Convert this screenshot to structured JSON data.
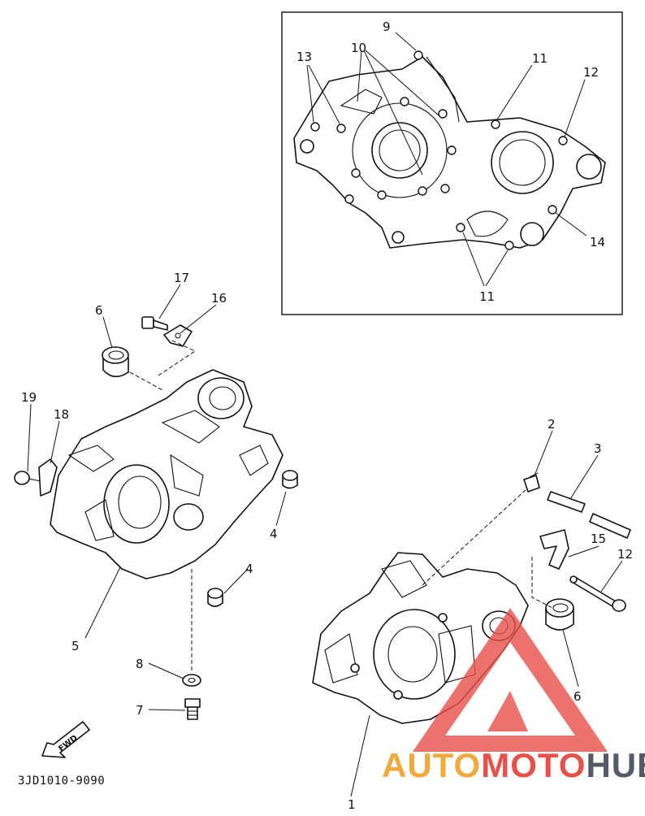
{
  "diagram": {
    "callouts": {
      "c1": "1",
      "c2": "2",
      "c3": "3",
      "c4a": "4",
      "c4b": "4",
      "c5": "5",
      "c6a": "6",
      "c6b": "6",
      "c7": "7",
      "c8": "8",
      "c9": "9",
      "c10": "10",
      "c11a": "11",
      "c11b": "11",
      "c12a": "12",
      "c12b": "12",
      "c13": "13",
      "c14": "14",
      "c15": "15",
      "c16": "16",
      "c17": "17",
      "c18": "18",
      "c19": "19"
    },
    "fwd_label": "FWD",
    "drawing_code": "3JD1010-9090"
  },
  "watermark": {
    "part1": "AUTO",
    "part2": "MOTO",
    "part3": "HUB",
    "colors": {
      "triangle": "#e8504a",
      "auto": "#f2a93b",
      "moto": "#e8504a",
      "hub": "#555a66"
    }
  }
}
